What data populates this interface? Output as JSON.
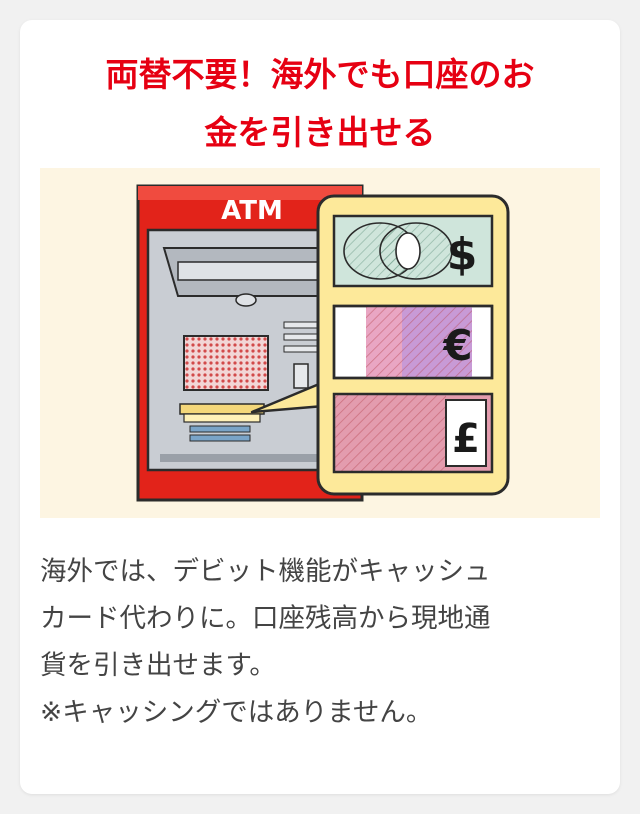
{
  "card": {
    "title_lines": [
      "両替不要！海外でも口座のお",
      "金を引き出せる"
    ],
    "illustration": {
      "atm_label": "ATM",
      "currency_symbols": [
        "$",
        "€",
        "£"
      ],
      "icon": "atm-currency-illustration"
    },
    "description_lines": [
      "海外では、デビット機能がキャッシュ",
      "カード代わりに。口座残高から現地通",
      "貨を引き出せます。",
      "※キャッシングではありません。"
    ]
  },
  "colors": {
    "title": "#e60012",
    "body_text": "#444444",
    "illustration_bg": "#fdf5e2",
    "atm_red": "#e2231a",
    "bubble_yellow": "#fde99a"
  }
}
